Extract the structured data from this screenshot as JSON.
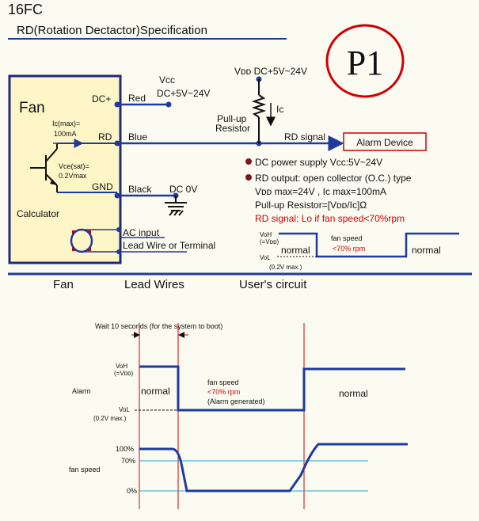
{
  "header": {
    "model": "16FC",
    "subtitle": "RD(Rotation Dectactor)Specification",
    "page_badge": "P1"
  },
  "schematic": {
    "fan_label": "Fan",
    "calculator_label": "Calculator",
    "ic_max": "Ic(max)=",
    "ic_max_val": "100mA",
    "vce_sat": "Vce(sat)=",
    "vce_sat_val": "0.2Vmax",
    "pin_dc": "DC+",
    "pin_rd": "RD",
    "pin_gnd": "GND",
    "wire_red": "Red",
    "wire_blue": "Blue",
    "wire_black": "Black",
    "vcc": "Vcc",
    "vcc_range": "DC+5V~24V",
    "vdd_range": "Vᴅᴅ DC+5V~24V",
    "ic_label": "Ic",
    "pullup_1": "Pull-up",
    "pullup_2": "Resistor",
    "rd_signal": "RD signal",
    "alarm_device": "Alarm Device",
    "dc0v": "DC 0V",
    "ac_input": "AC input",
    "lead_wire": "Lead Wire or Terminal"
  },
  "specs": {
    "line1": "DC power supply Vcc:5V~24V",
    "line2": "RD output: open collector (O.C.) type",
    "line3": "Vᴅᴅ max=24V , Ic max=100mA",
    "line4": "Pull-up Resistor=[Vᴅᴅ/Ic]Ω",
    "line5": "RD signal: Lo if fan speed<70%rpm"
  },
  "mini_wave": {
    "voh": "VoH",
    "voh_sub": "(=Vᴅᴅ)",
    "vol": "VoL",
    "vol_sub": "(0.2V max.)",
    "normal_left": "normal",
    "normal_right": "normal",
    "fan_speed": "fan speed",
    "lt70": "<70% rpm"
  },
  "sections": {
    "fan": "Fan",
    "lead_wires": "Lead Wires",
    "users_circuit": "User's circuit"
  },
  "timing": {
    "wait_note": "Wait 10 seconds (for the system to boot)",
    "voh": "VoH",
    "voh_sub": "(=Vᴅᴅ)",
    "alarm": "Alarm",
    "vol": "VoL",
    "vol_sub": "(0.2V max.)",
    "normal_left": "normal",
    "normal_right": "normal",
    "fan_speed_1": "fan speed",
    "fan_speed_2": "<70% rpm",
    "fan_speed_3": "(Alarm generated)",
    "pct100": "100%",
    "pct70": "70%",
    "pct0": "0%",
    "fan_speed_axis": "fan speed"
  },
  "colors": {
    "blue": "#1f3a9e",
    "red": "#d00000",
    "cyan": "#27a1c9",
    "fan_fill": "#fff6c8"
  }
}
